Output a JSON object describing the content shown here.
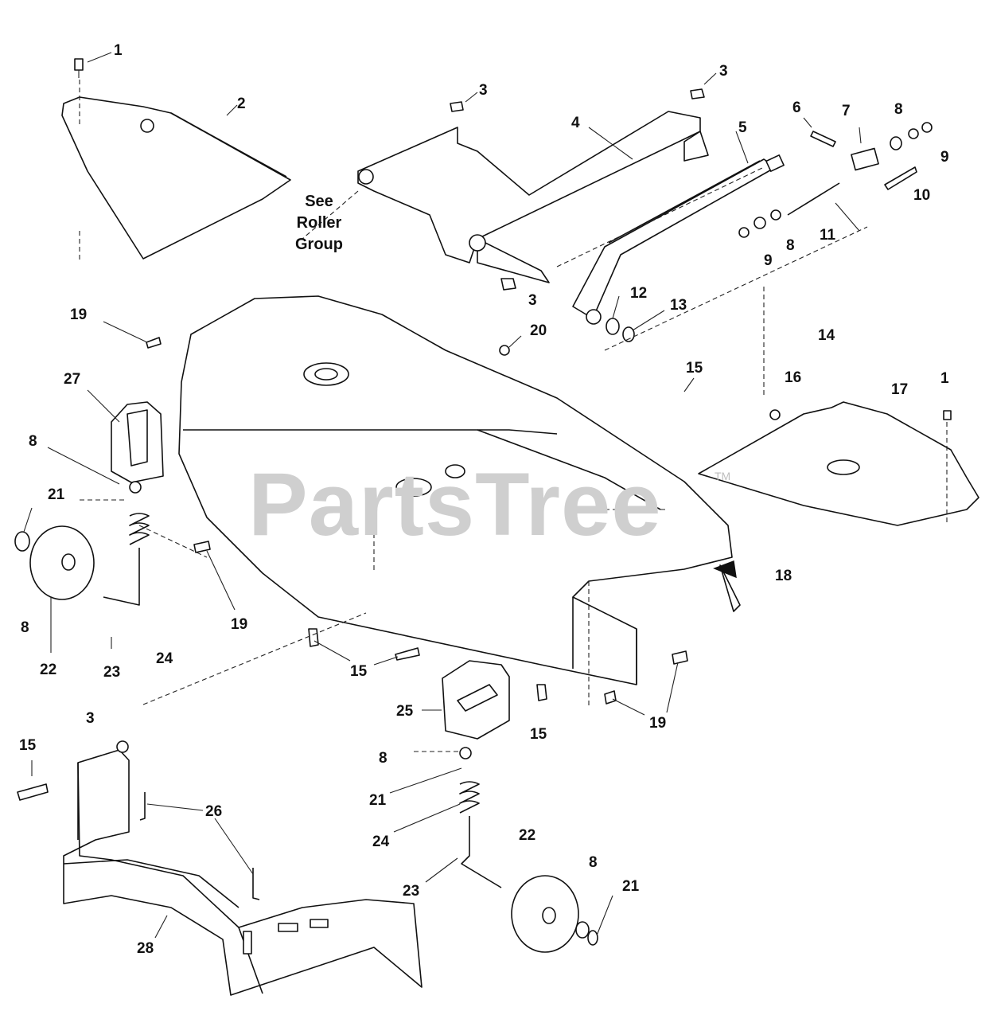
{
  "watermark": {
    "brand": "PartsTree",
    "trademark": "TM"
  },
  "note": {
    "line1": "See",
    "line2": "Roller",
    "line3": "Group"
  },
  "callouts": [
    {
      "id": "c1a",
      "text": "1"
    },
    {
      "id": "c2",
      "text": "2"
    },
    {
      "id": "c3a",
      "text": "3"
    },
    {
      "id": "c3b",
      "text": "3"
    },
    {
      "id": "c4",
      "text": "4"
    },
    {
      "id": "c5",
      "text": "5"
    },
    {
      "id": "c6",
      "text": "6"
    },
    {
      "id": "c7",
      "text": "7"
    },
    {
      "id": "c8a",
      "text": "8"
    },
    {
      "id": "c9a",
      "text": "9"
    },
    {
      "id": "c10",
      "text": "10"
    },
    {
      "id": "c11",
      "text": "11"
    },
    {
      "id": "c8b",
      "text": "8"
    },
    {
      "id": "c9b",
      "text": "9"
    },
    {
      "id": "c12",
      "text": "12"
    },
    {
      "id": "c13",
      "text": "13"
    },
    {
      "id": "c3c",
      "text": "3"
    },
    {
      "id": "c20",
      "text": "20"
    },
    {
      "id": "c14",
      "text": "14"
    },
    {
      "id": "c15a",
      "text": "15"
    },
    {
      "id": "c16",
      "text": "16"
    },
    {
      "id": "c17",
      "text": "17"
    },
    {
      "id": "c1b",
      "text": "1"
    },
    {
      "id": "c19a",
      "text": "19"
    },
    {
      "id": "c27",
      "text": "27"
    },
    {
      "id": "c8c",
      "text": "8"
    },
    {
      "id": "c21a",
      "text": "21"
    },
    {
      "id": "c19b",
      "text": "19"
    },
    {
      "id": "c8d",
      "text": "8"
    },
    {
      "id": "c22a",
      "text": "22"
    },
    {
      "id": "c23a",
      "text": "23"
    },
    {
      "id": "c24a",
      "text": "24"
    },
    {
      "id": "c15b",
      "text": "15"
    },
    {
      "id": "c18",
      "text": "18"
    },
    {
      "id": "c25",
      "text": "25"
    },
    {
      "id": "c15c",
      "text": "15"
    },
    {
      "id": "c19c",
      "text": "19"
    },
    {
      "id": "c3d",
      "text": "3"
    },
    {
      "id": "c15d",
      "text": "15"
    },
    {
      "id": "c26",
      "text": "26"
    },
    {
      "id": "c28",
      "text": "28"
    },
    {
      "id": "c8e",
      "text": "8"
    },
    {
      "id": "c21b",
      "text": "21"
    },
    {
      "id": "c24b",
      "text": "24"
    },
    {
      "id": "c23b",
      "text": "23"
    },
    {
      "id": "c22b",
      "text": "22"
    },
    {
      "id": "c8f",
      "text": "8"
    },
    {
      "id": "c21c",
      "text": "21"
    }
  ]
}
